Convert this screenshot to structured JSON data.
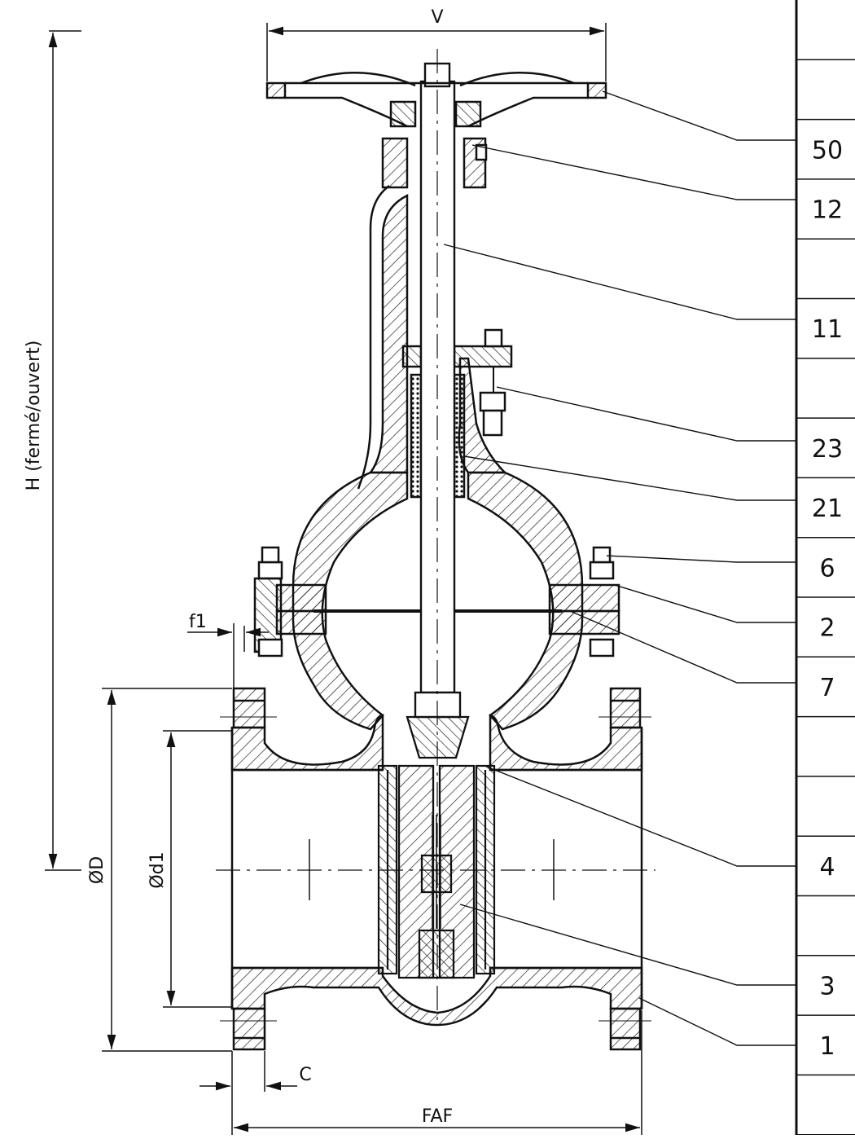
{
  "dimensions": {
    "V": "V",
    "H": "H (fermé/ouvert)",
    "f1": "f1",
    "D": "ØD",
    "d1": "Ød1",
    "C": "C",
    "FAF": "FAF"
  },
  "parts_table": {
    "rows": [
      {
        "number": "",
        "callout": false
      },
      {
        "number": "",
        "callout": false
      },
      {
        "number": "50",
        "callout": true
      },
      {
        "number": "12",
        "callout": true
      },
      {
        "number": "",
        "callout": false
      },
      {
        "number": "11",
        "callout": true
      },
      {
        "number": "",
        "callout": false
      },
      {
        "number": "23",
        "callout": true
      },
      {
        "number": "21",
        "callout": true
      },
      {
        "number": "6",
        "callout": true
      },
      {
        "number": "2",
        "callout": true
      },
      {
        "number": "7",
        "callout": true
      },
      {
        "number": "",
        "callout": false
      },
      {
        "number": "",
        "callout": false
      },
      {
        "number": "4",
        "callout": true
      },
      {
        "number": "",
        "callout": false
      },
      {
        "number": "3",
        "callout": true
      },
      {
        "number": "1",
        "callout": true
      },
      {
        "number": "",
        "callout": false
      }
    ]
  }
}
